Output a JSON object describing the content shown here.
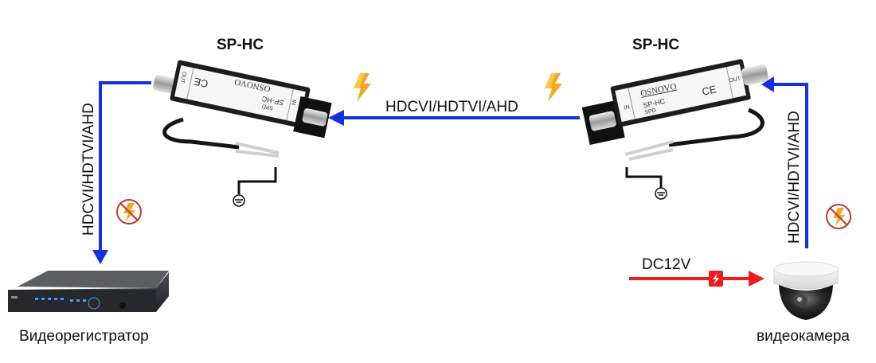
{
  "diagram": {
    "left_device": {
      "title": "SP-HC",
      "brand": "OSNOVO",
      "model": "SP-HC",
      "type": "SPD",
      "port_in": "IN",
      "port_out": "OUT",
      "ce_mark": "CE"
    },
    "right_device": {
      "title": "SP-HC",
      "brand": "OSNOVO",
      "model": "SP-HC",
      "type": "SPD",
      "port_in": "IN",
      "port_out": "OUT",
      "ce_mark": "CE"
    },
    "link_label_horizontal": "HDCVI/HDTVI/AHD",
    "link_label_left_vertical": "HDCVI/HDTVI/AHD",
    "link_label_right_vertical": "HDCVI/HDTVI/AHD",
    "power_label": "DC12V",
    "recorder_label": "Видеорегистратор",
    "camera_label": "видеокамера",
    "colors": {
      "signal_line": "#1530e0",
      "power_line": "#ee1c1c",
      "lightning": "#f5a623",
      "no_lightning_ring": "#c0392b",
      "ground": "#111111"
    }
  }
}
